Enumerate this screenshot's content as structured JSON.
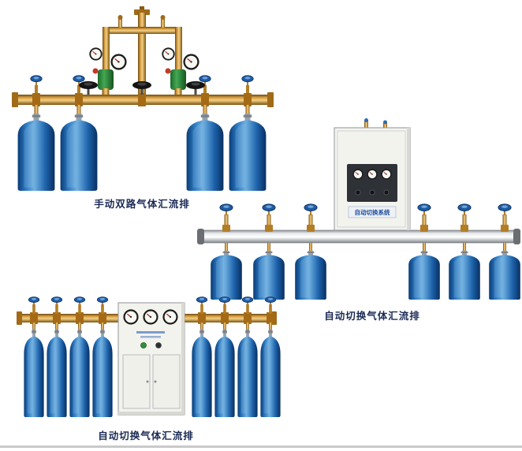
{
  "page": {
    "background": "#ffffff",
    "type_note": "gas manifold product catalog"
  },
  "colors": {
    "caption_color": "#1b2a55",
    "cylinder_blue": "#2d7bc2",
    "brass_pipe": "#d9a044",
    "rail_silver": "#d9dbdd",
    "cabinet_white": "#f3f3ee",
    "plate_text_blue": "#1c4f9e"
  },
  "products": [
    {
      "id": "manual-dual-manifold",
      "caption": "手动双路气体汇流排",
      "cylinder_count": 4
    },
    {
      "id": "auto-switch-manifold-wall-cabinet",
      "caption": "自动切换气体汇流排",
      "cylinder_count": 6,
      "cabinet_plate": "自动切换系统"
    },
    {
      "id": "auto-switch-manifold-floor-cabinet",
      "caption": "自动切换气体汇流排",
      "cylinder_count": 8
    }
  ]
}
